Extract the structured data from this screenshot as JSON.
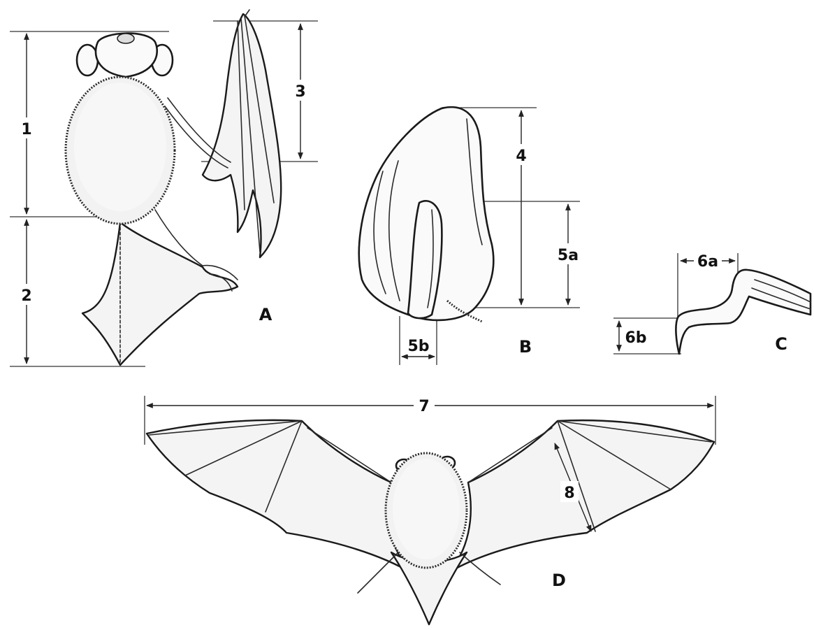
{
  "figure": {
    "panels": [
      {
        "id": "A",
        "letter": "A",
        "content": "bat-ventral-view-hanging"
      },
      {
        "id": "B",
        "letter": "B",
        "content": "bat-ear-tragus"
      },
      {
        "id": "C",
        "letter": "C",
        "content": "bat-foot-calcar"
      },
      {
        "id": "D",
        "letter": "D",
        "content": "bat-spread-wings"
      }
    ],
    "measurements": {
      "m1": "1",
      "m2": "2",
      "m3": "3",
      "m4": "4",
      "m5a": "5a",
      "m5b": "5b",
      "m6a": "6a",
      "m6b": "6b",
      "m7": "7",
      "m8": "8"
    }
  },
  "colors": {
    "background": "#ffffff",
    "ink": "#1a1a1a",
    "fill": "#f4f4f4"
  }
}
